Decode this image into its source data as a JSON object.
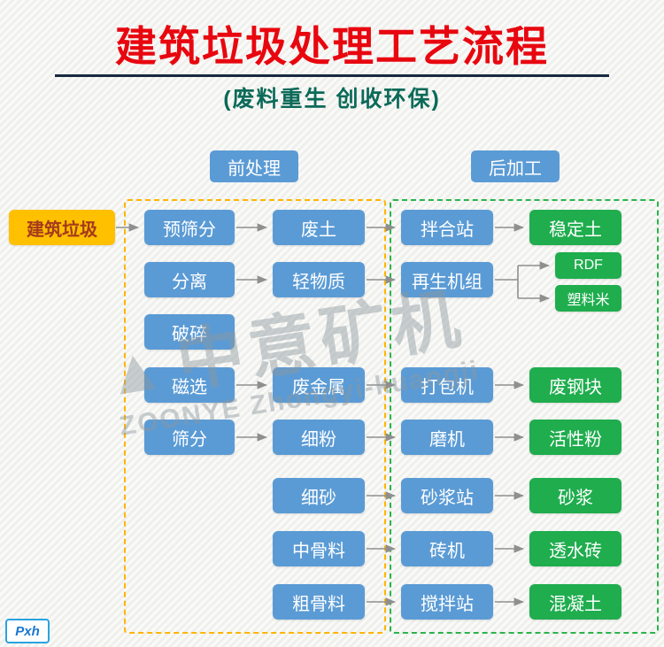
{
  "title": "建筑垃圾处理工艺流程",
  "subtitle": "(废料重生  创收环保)",
  "sections": {
    "pre": "前处理",
    "post": "后加工"
  },
  "source": {
    "label": "建筑垃圾"
  },
  "columns": {
    "c1": [
      "预筛分",
      "分离",
      "破碎",
      "磁选",
      "筛分"
    ],
    "c2": [
      "废土",
      "轻物质",
      "废金属",
      "细粉",
      "细砂",
      "中骨料",
      "粗骨料"
    ],
    "c3": [
      "拌合站",
      "再生机组",
      "打包机",
      "磨机",
      "砂浆站",
      "砖机",
      "搅拌站"
    ],
    "c4": [
      "稳定土",
      "RDF",
      "塑料米",
      "废钢块",
      "活性粉",
      "砂浆",
      "透水砖",
      "混凝土"
    ]
  },
  "watermark": {
    "cn": "中意矿机",
    "en": "ZOONYE Zhongyi-kuangji"
  },
  "logo": "Pxh",
  "colors": {
    "title_red": "#e8070f",
    "subtitle_green": "#0b6a58",
    "node_blue": "#5b9bd5",
    "node_green": "#1fad4e",
    "source_yellow": "#ffc000",
    "pre_dash": "#ffb400",
    "post_dash": "#2bb34b",
    "arrow_gray": "#8f8f8f"
  }
}
